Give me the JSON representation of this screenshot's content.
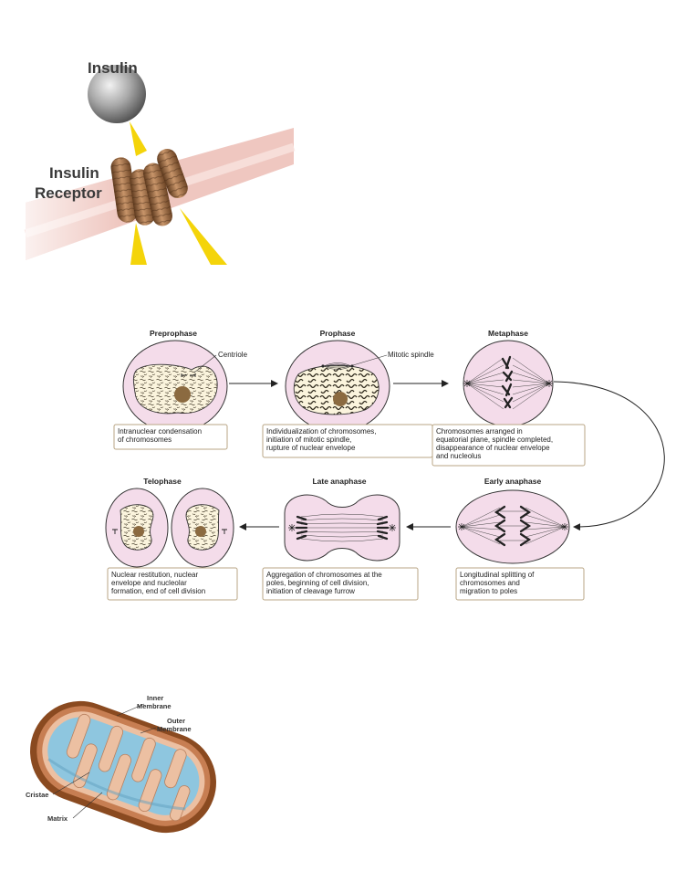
{
  "insulin_figure": {
    "insulin_label": "Insulin",
    "receptor_label_lines": [
      "Insulin",
      "Receptor"
    ]
  },
  "mitosis_figure": {
    "centriole_label": "Centriole",
    "mitotic_spindle_label": "Mitotic spindle",
    "phases": [
      {
        "name": "Preprophase",
        "caption_lines": [
          "Intranuclear condensation",
          "of chromosomes"
        ]
      },
      {
        "name": "Prophase",
        "caption_lines": [
          "Individualization of chromosomes,",
          "initiation of mitotic spindle,",
          "rupture of nuclear envelope"
        ]
      },
      {
        "name": "Metaphase",
        "caption_lines": [
          "Chromosomes arranged in",
          "equatorial plane, spindle completed,",
          "disappearance of nuclear envelope",
          "and nucleolus"
        ]
      },
      {
        "name": "Early anaphase",
        "caption_lines": [
          "Longitudinal splitting of",
          "chromosomes and",
          "migration to poles"
        ]
      },
      {
        "name": "Late anaphase",
        "caption_lines": [
          "Aggregation of chromosomes at the",
          "poles, beginning of cell division,",
          "initiation of cleavage furrow"
        ]
      },
      {
        "name": "Telophase",
        "caption_lines": [
          "Nuclear restitution, nuclear",
          "envelope and nucleolar",
          "formation, end of cell division"
        ]
      }
    ]
  },
  "mitochondrion_figure": {
    "inner_membrane_lines": [
      "Inner",
      "Membrane"
    ],
    "outer_membrane_lines": [
      "Outer",
      "Membrane"
    ],
    "cristae_label": "Cristae",
    "matrix_label": "Matrix"
  },
  "colors": {
    "cell_fill": "#f4dcea",
    "membrane": "#efc7c0",
    "ray": "#f4d40a",
    "nucleolus": "#8b6a40",
    "outer_membrane": "#8a4a20",
    "inner_membrane": "#ecc0a2",
    "matrix": "#8ec6df"
  }
}
